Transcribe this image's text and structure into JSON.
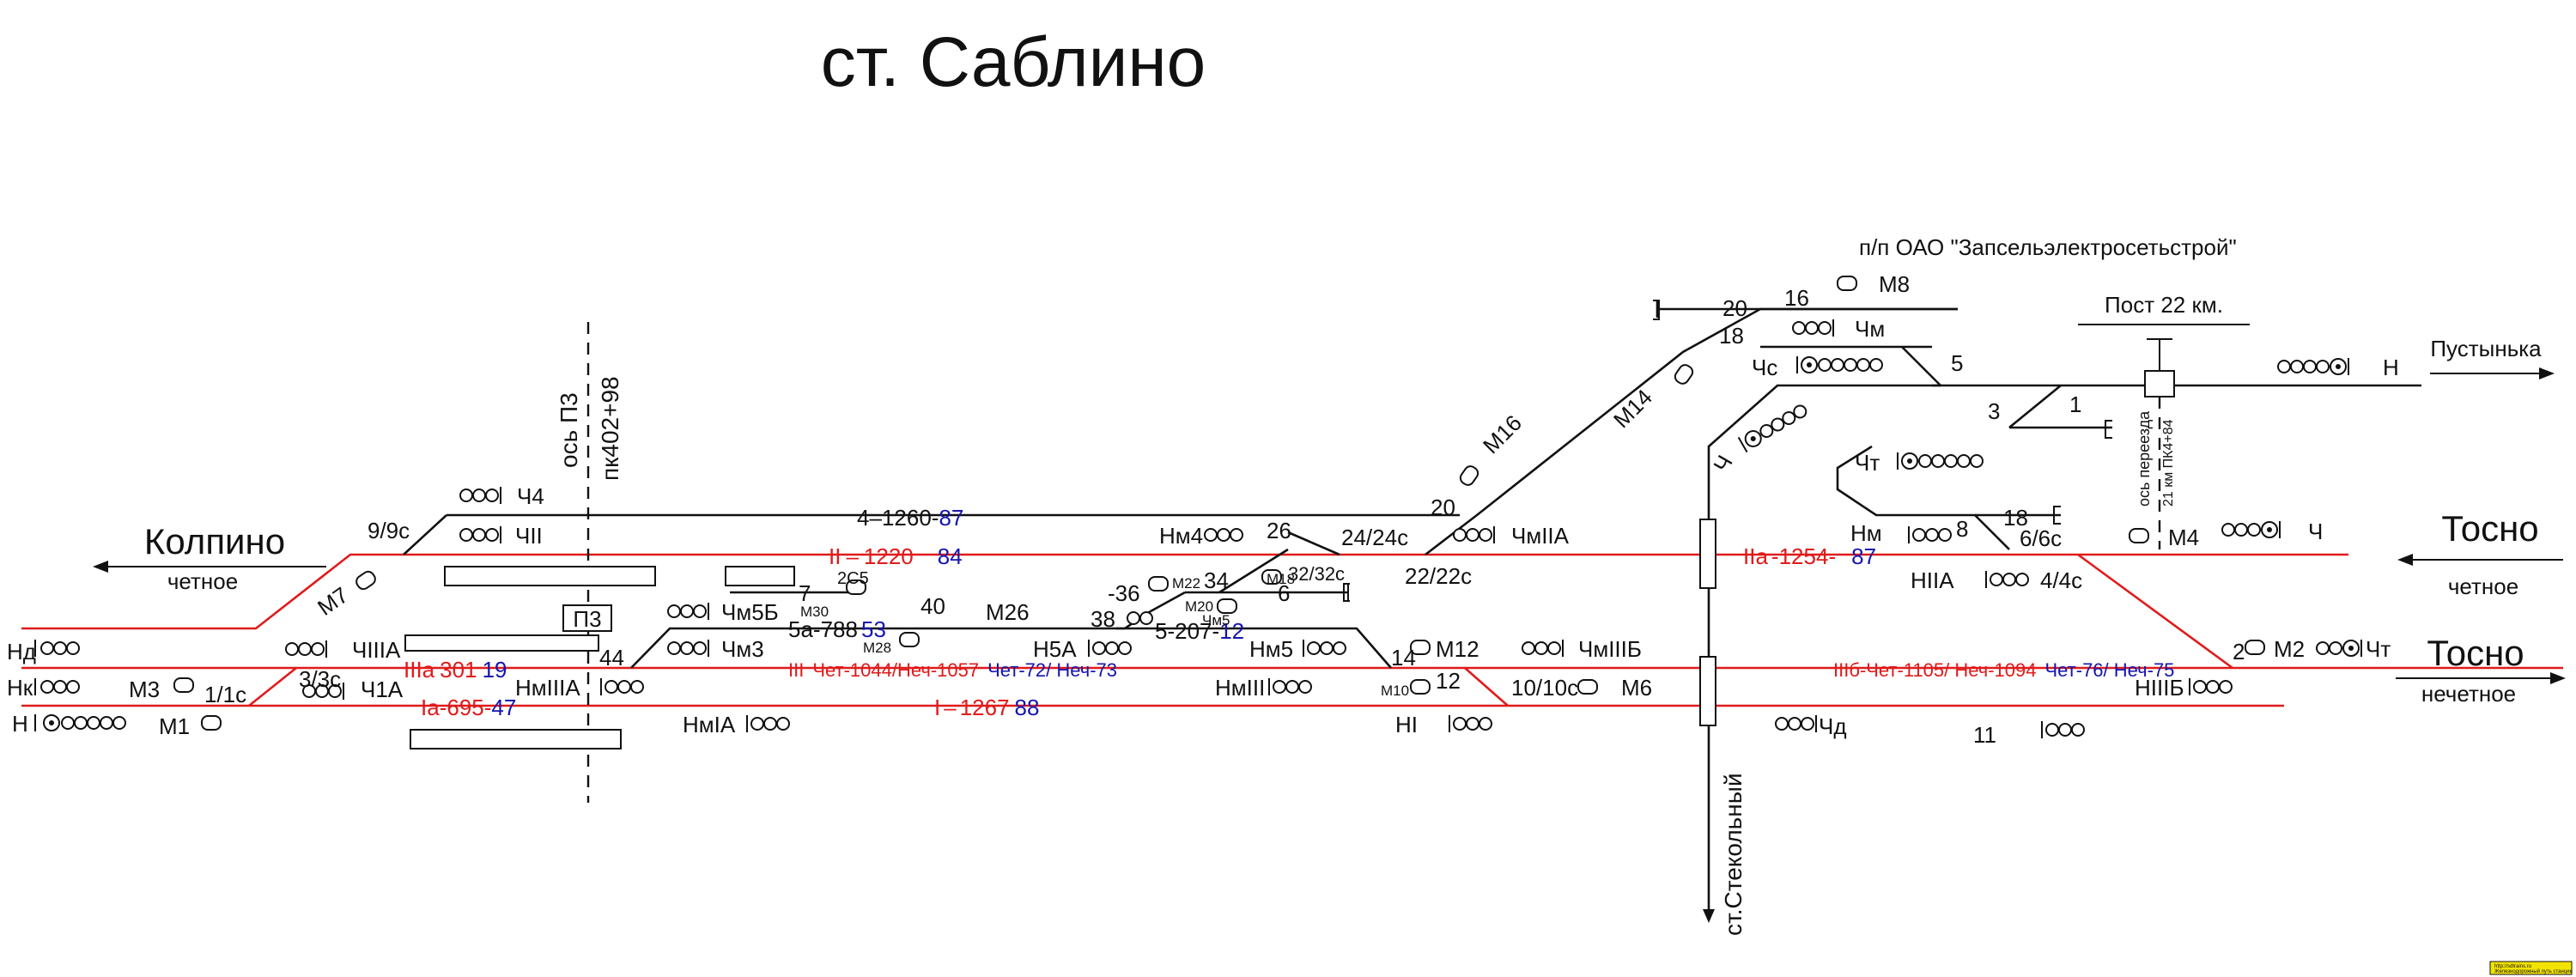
{
  "title": "ст. Саблино",
  "directions": {
    "kolpino": "Колпино",
    "kolpino_dir": "четное",
    "tosno_even": "Тосно",
    "tosno_even_dir": "четное",
    "tosno_odd": "Тосно",
    "tosno_odd_dir": "нечетное",
    "pustynka": "Пустынька",
    "steklyanny": "ст.Стекольный"
  },
  "annotations": {
    "enterprise": "п/п ОАО \"Запсельэлектросетьстрой\"",
    "post": "Пост 22 км.",
    "axis_pz": "ось П3",
    "pk": "пк402+98",
    "pz_box": "П3",
    "crossing_axis": "ось переезда",
    "crossing_km": "21 км ПК4+84"
  },
  "tracks": [
    {
      "name": "4",
      "dash": "–",
      "length": "1260",
      "sep": "-",
      "code": "87"
    },
    {
      "name": "II",
      "dash": "–",
      "length": "1220",
      "sep": "",
      "code": "84"
    },
    {
      "name": "IIIa",
      "dash": "",
      "length": "301",
      "sep": "",
      "code": "19"
    },
    {
      "name": "Ia",
      "dash": "-",
      "length": "695",
      "sep": "-",
      "code": "47"
    },
    {
      "name": "III",
      "dash": "",
      "length": "Чет-1044/Неч-1057",
      "sep": "",
      "code": "Чет-72/ Неч-73"
    },
    {
      "name": "I",
      "dash": "–",
      "length": "1267",
      "sep": "–",
      "code": "88"
    },
    {
      "name": "IIa",
      "dash": "-",
      "length": "1254",
      "sep": "-",
      "code": "87"
    },
    {
      "name": "IIIб",
      "dash": "-",
      "length": "Чет-1105/ Неч-1094",
      "sep": "",
      "code": "Чет-76/ Неч-75"
    },
    {
      "name": "5а",
      "dash": "-",
      "length": "788",
      "sep": "",
      "code": "53"
    },
    {
      "name": "5",
      "dash": "-",
      "length": "207",
      "sep": "-",
      "code": "12"
    }
  ],
  "signals": {
    "n_d": "Нд",
    "n_k": "Нк",
    "n": "Н",
    "m3": "М3",
    "m1": "М1",
    "m7": "М7",
    "ch4": "Ч4",
    "chii": "ЧII",
    "chiiia": "ЧIIIA",
    "ch1a": "Ч1A",
    "nmiiia": "НмIIIA",
    "nmia": "НмIA",
    "chm5b": "Чм5Б",
    "chm3": "Чм3",
    "m30": "M30",
    "m28": "M28",
    "m26": "М26",
    "n5a": "Н5А",
    "m22": "M22",
    "m18": "M18",
    "m20": "M20",
    "chm5": "Чм5",
    "nm4": "Нм4",
    "nm5": "Нм5",
    "nmiii": "НмIII",
    "chmiia": "ЧмIIA",
    "m12": "М12",
    "m10": "M10",
    "ni": "НI",
    "chmiiib": "ЧмIIIБ",
    "m6": "М6",
    "m16": "М16",
    "m14": "М14",
    "m8": "М8",
    "chm": "Чм",
    "chs": "Чс",
    "ch_n": "Ч",
    "cht_n": "Чт",
    "nm": "Нм",
    "niia": "НIIA",
    "m4": "М4",
    "ch_e": "Ч",
    "n_e": "Н",
    "m2": "М2",
    "cht_e": "Чт",
    "niiib": "НIIIБ",
    "chd": "Чд"
  },
  "switches": {
    "s9_9c": "9/9с",
    "s1_1c": "1/1с",
    "s3_3c": "3/3с",
    "s44": "44",
    "s7": "7",
    "s2c5": "2С5",
    "s40": "40",
    "s38": "38",
    "s36": "-36",
    "s34": "34",
    "s6": "6",
    "s32": "32/32с",
    "s26": "26",
    "s24": "24/24с",
    "s22": "22/22с",
    "s20a": "20",
    "s14": "14",
    "s12": "12",
    "s10": "10/10с",
    "s16": "16",
    "s18": "18",
    "s20b": "20",
    "s5": "5",
    "s3": "3",
    "s1": "1",
    "s8": "8",
    "s18b": "18",
    "s6_6c": "6/6с",
    "s4_4c": "4/4с",
    "s2": "2",
    "s11": "11"
  },
  "colors": {
    "main_track": "#e01b1b",
    "track_code": "#1515b0",
    "side_track": "#111111",
    "logo_bg": "#f3e300"
  },
  "logo": {
    "line1": "http://sdtrains.ru",
    "line2": "Железнодорожный путь станции"
  }
}
